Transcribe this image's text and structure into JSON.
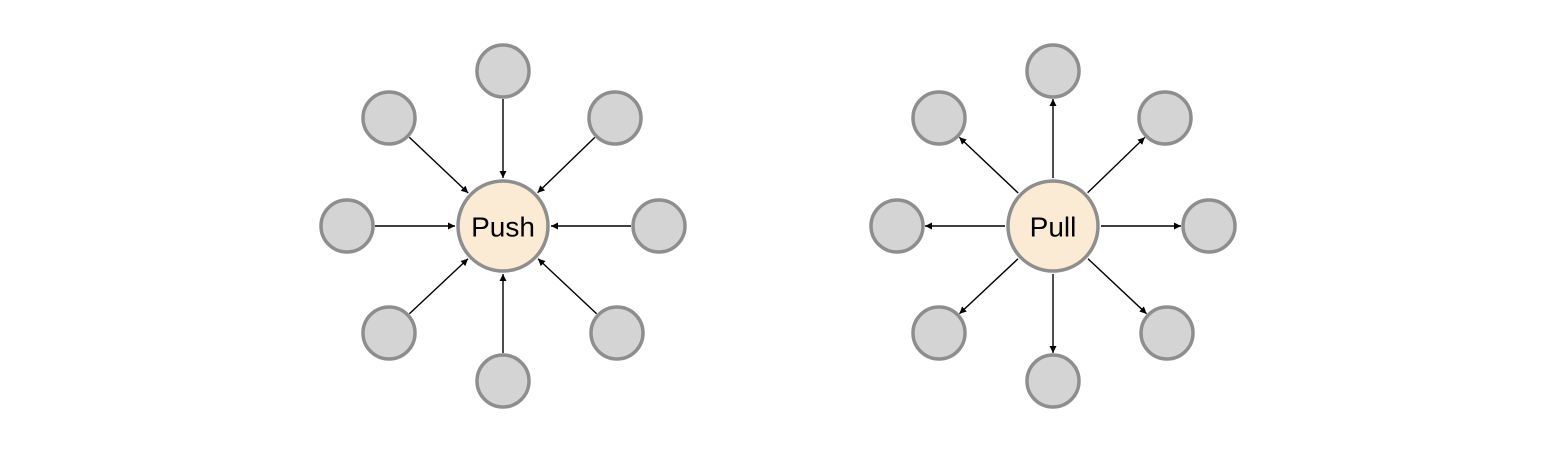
{
  "colors": {
    "hub_fill": "#fbebd4",
    "node_fill": "#d4d4d4",
    "outline": "#8e8e8e",
    "arrow": "#000000"
  },
  "diagrams": [
    {
      "label": "Push",
      "arrow_direction": "inward",
      "satellite_count": 8
    },
    {
      "label": "Pull",
      "arrow_direction": "outward",
      "satellite_count": 8
    }
  ]
}
